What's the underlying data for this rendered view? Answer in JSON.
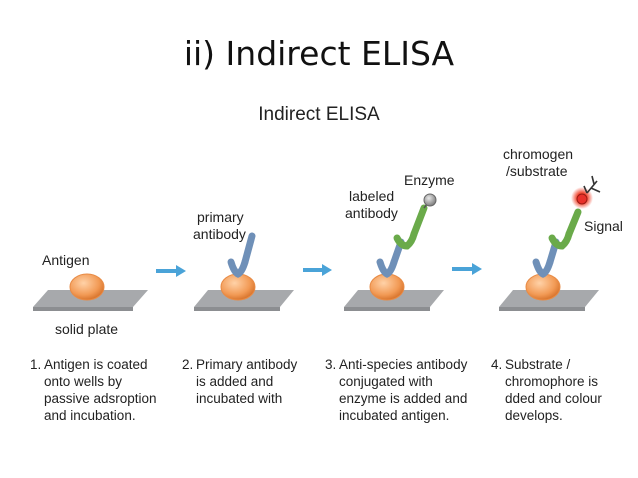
{
  "slide_title": "ii) Indirect ELISA",
  "figure_title": "Indirect ELISA",
  "labels": {
    "antigen": "Antigen",
    "solid_plate": "solid plate",
    "primary_antibody": [
      "primary",
      "antibody"
    ],
    "labeled_antibody": [
      "labeled",
      "antibody"
    ],
    "enzyme": "Enzyme",
    "chromogen": [
      "chromogen",
      "/substrate"
    ],
    "signal": "Signal"
  },
  "steps": [
    {
      "num": "1.",
      "lines": [
        "Antigen is coated",
        "onto wells by",
        "passive adsroption",
        "and incubation."
      ]
    },
    {
      "num": "2.",
      "lines": [
        "Primary antibody",
        "is added and",
        "incubated with"
      ]
    },
    {
      "num": "3.",
      "lines": [
        "Anti-species antibody",
        "conjugated with",
        "enzyme is added and",
        "incubated antigen."
      ]
    },
    {
      "num": "4.",
      "lines": [
        "Substrate /",
        "chromophore is",
        "dded and colour",
        "develops."
      ]
    }
  ],
  "colors": {
    "plate": "#a7a9ac",
    "antigen": "#f29a55",
    "primary_antibody": "#6f90b8",
    "secondary_antibody": "#6aaa4a",
    "enzyme": "#9a9a9a",
    "arrow": "#4aa3d8",
    "signal": "#e8302a"
  }
}
